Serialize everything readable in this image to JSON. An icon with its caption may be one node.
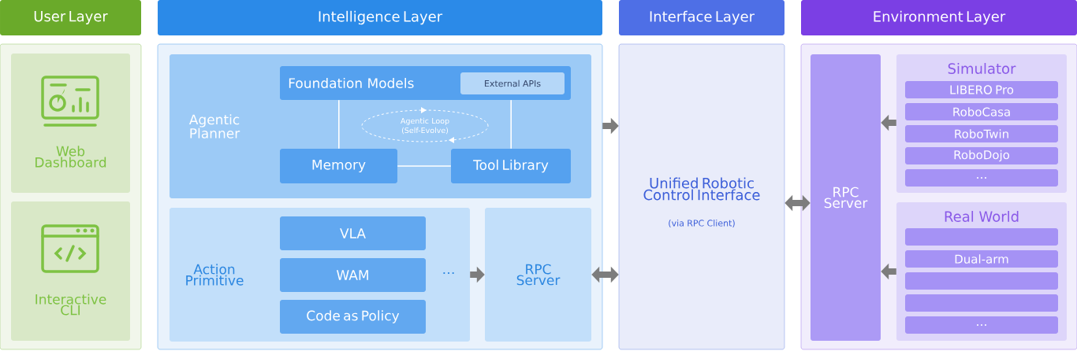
{
  "diagram": {
    "nodes": [
      {
        "text": [
          "User Layer"
        ]
      },
      {
        "text": [],
        "shape": "box"
      },
      {
        "text": [
          "Web Dashboard"
        ],
        "in": 1
      },
      {
        "text": [
          "Interactive CLI"
        ],
        "in": 1
      },
      {
        "text": [
          "Intelligence Layer"
        ]
      },
      {
        "text": [],
        "shape": "box"
      },
      {
        "text": [
          "Agentic Planner"
        ],
        "in": 5
      },
      {
        "text": [
          "Foundation Models"
        ],
        "in": 6
      },
      {
        "text": [
          "External APIs"
        ],
        "in": 7
      },
      {
        "text": [
          "Agentic Loop (Self-Evolve)"
        ],
        "in": 6
      },
      {
        "text": [
          "Memory"
        ],
        "in": 6
      },
      {
        "text": [
          "Tool Library"
        ],
        "in": 6
      },
      {
        "text": [
          "Action Primitive",
          "…"
        ],
        "in": 5
      },
      {
        "text": [
          "VLA"
        ],
        "in": 12
      },
      {
        "text": [
          "WAM"
        ],
        "in": 12
      },
      {
        "text": [
          "Code as Policy"
        ],
        "in": 12
      },
      {
        "text": [
          "RPC Server"
        ],
        "in": 5
      },
      {
        "text": [
          "Interface Layer"
        ]
      },
      {
        "text": [
          "Unified Robotic Control Interface",
          "(via RPC Client)"
        ]
      },
      {
        "text": [
          "Environment Layer"
        ]
      },
      {
        "text": [],
        "shape": "box"
      },
      {
        "text": [
          "RPC Server"
        ],
        "in": 20
      },
      {
        "text": [
          "Simulator"
        ],
        "in": 20
      },
      {
        "text": [
          "LIBERO Pro"
        ],
        "in": 22
      },
      {
        "text": [
          "RoboCasa"
        ],
        "in": 22
      },
      {
        "text": [
          "RoboTwin"
        ],
        "in": 22
      },
      {
        "text": [
          "RoboDojo"
        ],
        "in": 22
      },
      {
        "text": [
          "…"
        ],
        "in": 22
      },
      {
        "text": [
          "Real World"
        ],
        "in": 20
      },
      {
        "text": [],
        "shape": "box",
        "in": 28
      },
      {
        "text": [
          "Dual-arm"
        ],
        "in": 28
      },
      {
        "text": [],
        "shape": "box",
        "in": 28
      },
      {
        "text": [],
        "shape": "box",
        "in": 28
      },
      {
        "text": [
          "…"
        ],
        "in": 28
      }
    ],
    "edges": [
      {
        "from": 7,
        "to": 10,
        "arrow": "none",
        "color": "#ffffff"
      },
      {
        "from": 7,
        "to": 11,
        "arrow": "none",
        "color": "#ffffff"
      },
      {
        "from": 10,
        "to": 11,
        "arrow": "none",
        "color": "#ffffff"
      },
      {
        "from": 12,
        "to": 16,
        "arrow": "to"
      },
      {
        "from": 5,
        "to": 18,
        "arrow": "to"
      },
      {
        "from": 16,
        "to": 18,
        "arrow": "both"
      },
      {
        "from": 18,
        "to": 21,
        "arrow": "both"
      },
      {
        "from": 22,
        "to": 21,
        "arrow": "to"
      },
      {
        "from": 28,
        "to": 21,
        "arrow": "to"
      }
    ]
  }
}
